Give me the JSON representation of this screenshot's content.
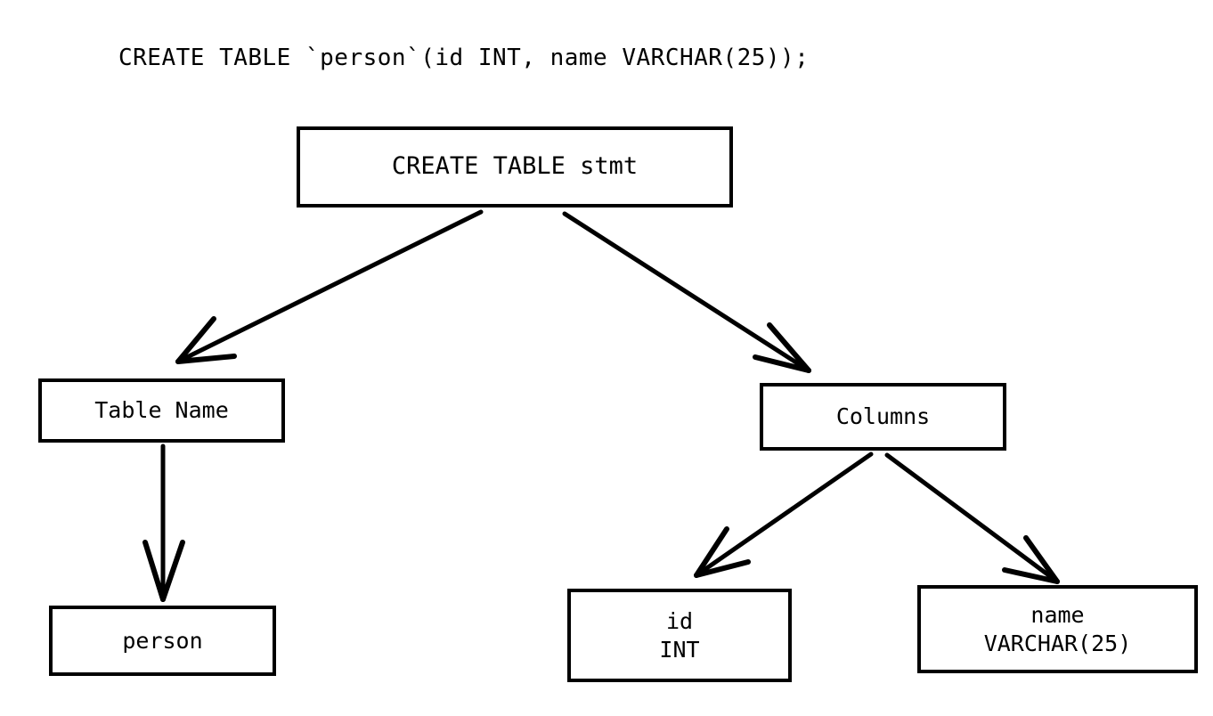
{
  "diagram": {
    "title": "CREATE TABLE `person`(id INT, name VARCHAR(25));",
    "background_color": "#ffffff",
    "stroke_color": "#000000",
    "nodes": {
      "root": {
        "label": "CREATE TABLE stmt"
      },
      "table_name": {
        "label": "Table Name"
      },
      "person": {
        "label": "person"
      },
      "columns": {
        "label": "Columns"
      },
      "col_id": {
        "line1": "id",
        "line2": "INT"
      },
      "col_name": {
        "line1": "name",
        "line2": "VARCHAR(25)"
      }
    },
    "edges": [
      {
        "name": "root-to-table-name",
        "from": "root",
        "to": "table_name",
        "arrowhead": "open-v"
      },
      {
        "name": "root-to-columns",
        "from": "root",
        "to": "columns",
        "arrowhead": "open-v"
      },
      {
        "name": "table-name-to-person",
        "from": "table_name",
        "to": "person",
        "arrowhead": "open-v"
      },
      {
        "name": "columns-to-id",
        "from": "columns",
        "to": "col_id",
        "arrowhead": "open-v"
      },
      {
        "name": "columns-to-name",
        "from": "columns",
        "to": "col_name",
        "arrowhead": "open-v"
      }
    ]
  }
}
